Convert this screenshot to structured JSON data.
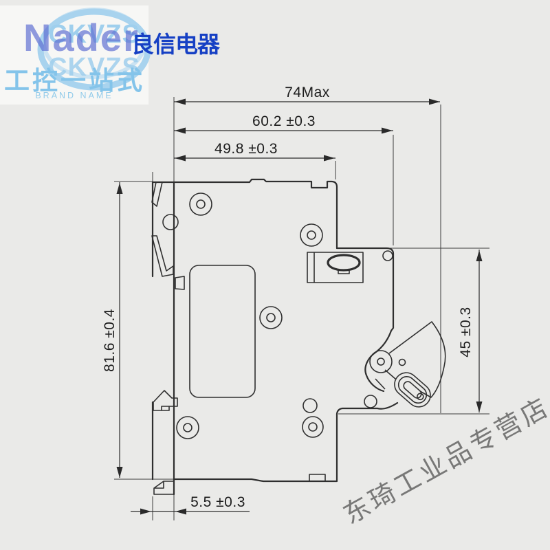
{
  "branding": {
    "badge_text": "CKVZS",
    "name_en": "Nader",
    "name_zh": "良信电器",
    "slogan": "工控一站式",
    "tagline": "BRAND NAME"
  },
  "diagram": {
    "dim_overall_width": "74Max",
    "dim_terminal_width": "60.2 ±0.3",
    "dim_body_width": "49.8 ±0.3",
    "dim_overall_height": "81.6 ±0.4",
    "dim_terminal_height": "45 ±0.3",
    "dim_clip_width": "5.5 ±0.3"
  },
  "watermark": {
    "store_name": "东琦工业品专营店"
  },
  "colors": {
    "line": "#2f2f2f",
    "brand_blue": "#1640c4",
    "light_blue": "#84c4ea",
    "background": "#eaeae8"
  }
}
